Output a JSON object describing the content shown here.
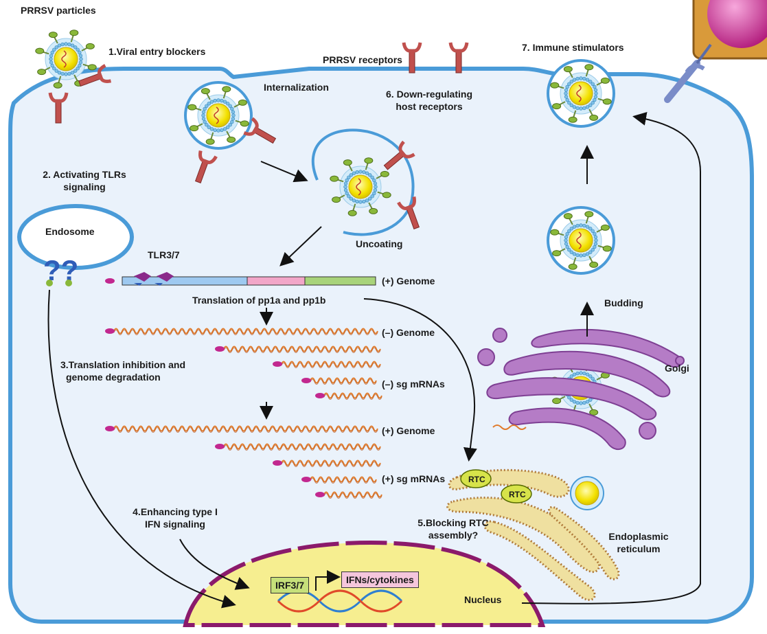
{
  "labels": {
    "prrsv_particles": "PRRSV particles",
    "viral_entry_blockers": "1.Viral entry blockers",
    "prrsv_receptors": "PRRSV receptors",
    "immune_stimulators": "7. Immune stimulators",
    "internalization": "Internalization",
    "down_regulating_1": "6. Down-regulating",
    "down_regulating_2": "host receptors",
    "activating_tlrs_1": "2. Activating TLRs",
    "activating_tlrs_2": "signaling",
    "endosome": "Endosome",
    "tlr37": "TLR3/7",
    "uncoating": "Uncoating",
    "pos_genome_top": "(+) Genome",
    "translation_pp1": "Translation of pp1a and pp1b",
    "neg_genome": "(–) Genome",
    "translation_inhibition_1": "3.Translation inhibition and",
    "translation_inhibition_2": "genome degradation",
    "neg_sg_mrnas": "(–) sg mRNAs",
    "pos_genome_bottom": "(+) Genome",
    "pos_sg_mrnas": "(+) sg mRNAs",
    "enhancing_ifn_1": "4.Enhancing type I",
    "enhancing_ifn_2": "IFN signaling",
    "blocking_rtc_1": "5.Blocking RTC",
    "blocking_rtc_2": "assembly?",
    "budding": "Budding",
    "golgi": "Golgi",
    "er_1": "Endoplasmic",
    "er_2": "reticulum",
    "nucleus": "Nucleus",
    "irf37": "IRF3/7",
    "ifns_cytokines": "IFNs/cytokines",
    "rtc_1": "RTC",
    "rtc_2": "RTC"
  },
  "colors": {
    "cell_fill": "#eaf2fb",
    "membrane": "#4a9bd8",
    "virion_core": "#f3e100",
    "receptor": "#c0504d",
    "protein": "#8ab83a",
    "rna": "#e07b2c",
    "golgi": "#b57cc6",
    "er": "#efe0a0",
    "nucleus": "#f6ee90",
    "nucleus_border": "#8b1a6b",
    "irf_box": "#c6e07a",
    "ifn_box": "#f5c6dc"
  }
}
